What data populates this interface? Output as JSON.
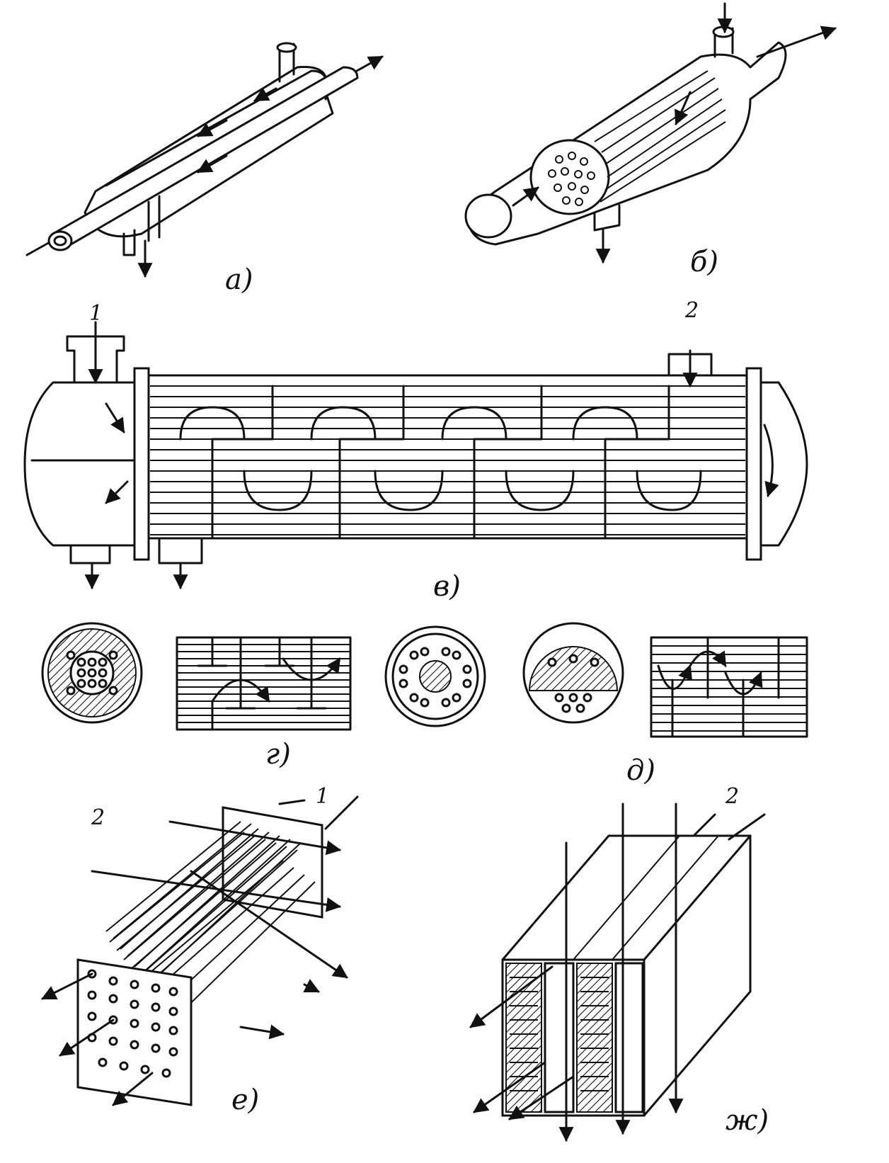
{
  "labels": {
    "a": "а)",
    "b": "б)",
    "v": "в)",
    "g": "г)",
    "d": "д)",
    "e": "е)",
    "zh": "ж)"
  },
  "numbers": {
    "v_inlet": "1",
    "v_outlet": "2",
    "e_1": "1",
    "e_2": "2",
    "zh_2": "2"
  }
}
